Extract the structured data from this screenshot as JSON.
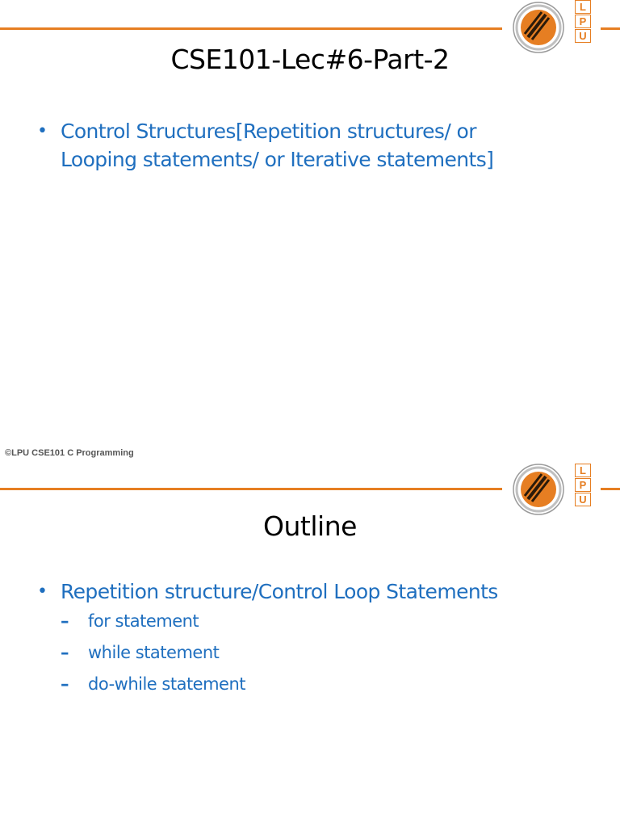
{
  "colors": {
    "accent": "#e67e22",
    "bullet_text": "#1f6fbf",
    "title_text": "#000000",
    "footer_text": "#555555"
  },
  "logo": {
    "icon": "lpu-seal-icon",
    "letters": [
      "L",
      "P",
      "U"
    ]
  },
  "slides": [
    {
      "title": "CSE101-Lec#6-Part-2",
      "bullets": [
        {
          "line1": "Control Structures[Repetition structures/ or",
          "line2": "Looping statements/ or Iterative statements]"
        }
      ],
      "footer": "©LPU CSE101 C Programming"
    },
    {
      "title": "Outline",
      "bullets": [
        {
          "text": "Repetition structure/Control Loop Statements",
          "sub": [
            "for statement",
            "while statement",
            "do-while statement"
          ]
        }
      ]
    }
  ]
}
